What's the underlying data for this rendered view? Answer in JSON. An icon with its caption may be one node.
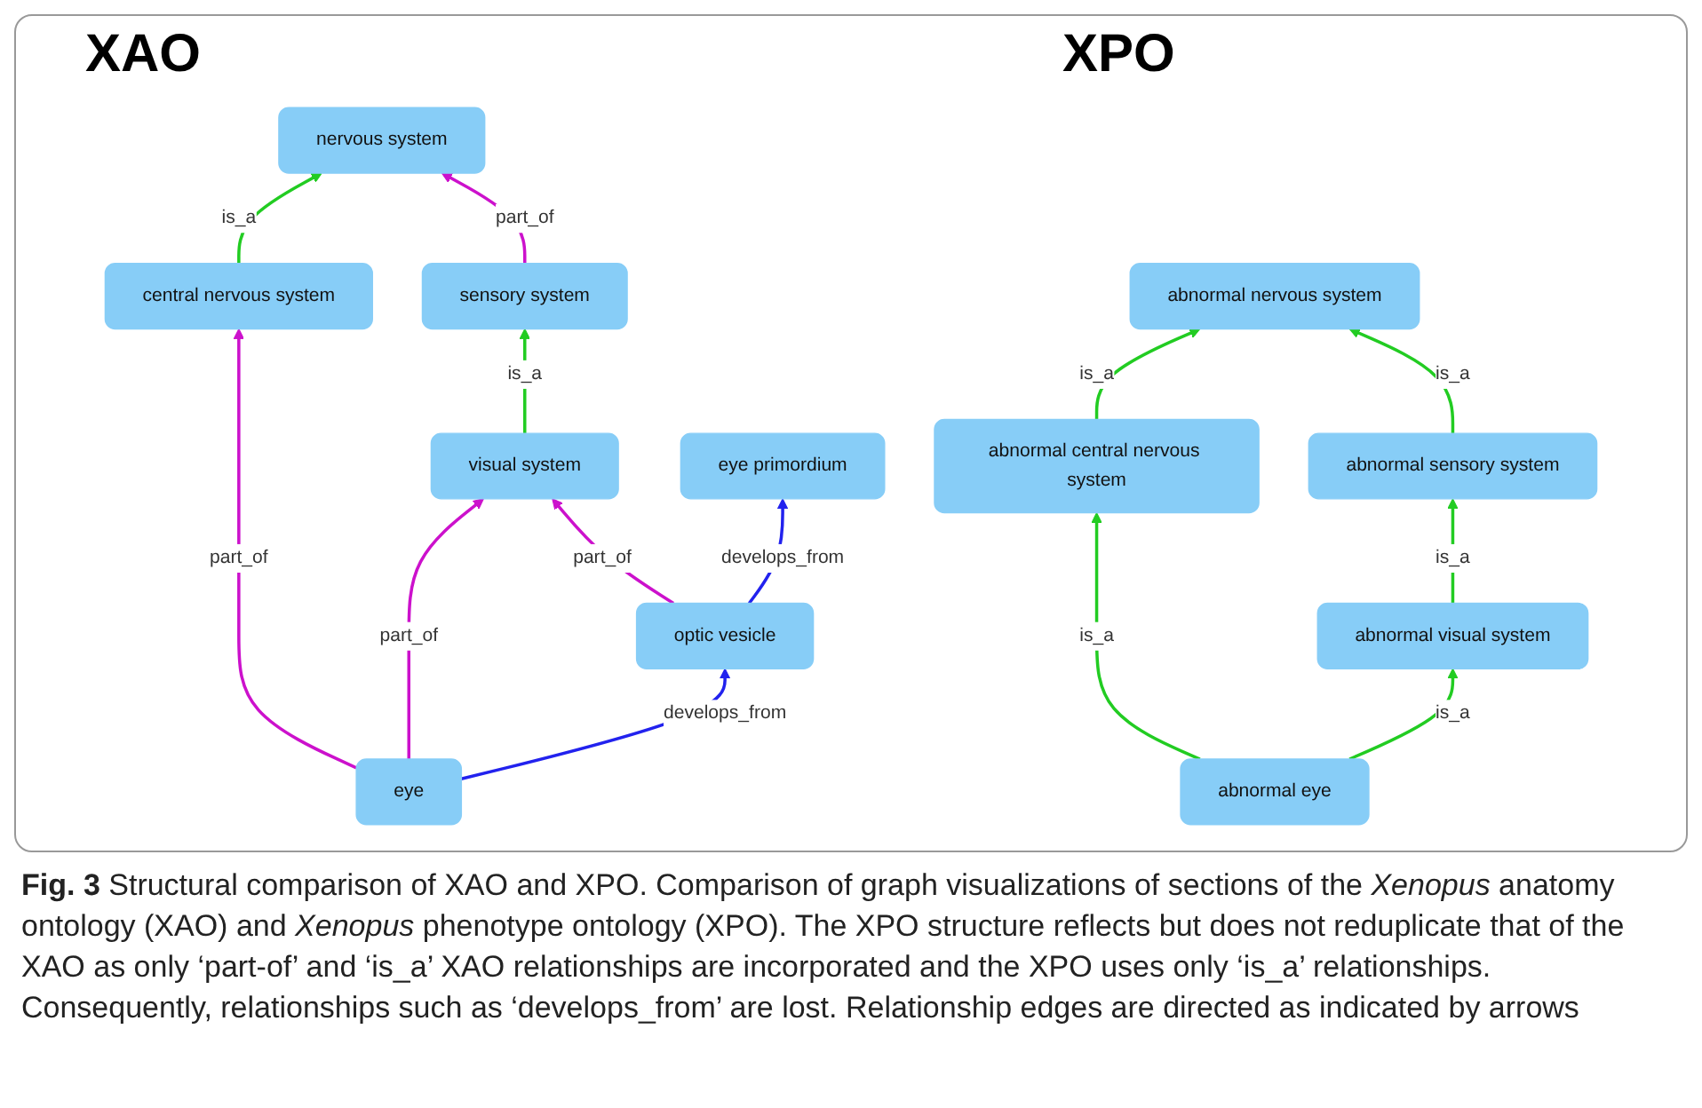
{
  "diagram": {
    "caption": "**Fig. 3** Structural comparison of XAO and XPO. Comparison of graph visualizations of sections of the *Xenopus* anatomy ontology (XAO) and *Xenopus* phenotype ontology (XPO). The XPO structure reflects but does not reduplicate that of the XAO as only ‘part-of’ and ‘is_a’ XAO relationships are incorporated and the XPO uses only ‘is_a’ relationships. Consequently, relationships such as ‘develops_from’ are lost. Relationship edges are directed as indicated by arrows",
    "nodes": [
      {
        "text": [
          "nervous system"
        ]
      },
      {
        "text": [
          "central nervous system"
        ]
      },
      {
        "text": [
          "sensory system"
        ]
      },
      {
        "text": [
          "eye primordium"
        ]
      },
      {
        "text": [
          "visual system"
        ]
      },
      {
        "text": [
          "optic vesicle"
        ]
      },
      {
        "text": [
          "eye"
        ]
      },
      {
        "text": [
          "abnormal nervous system"
        ]
      },
      {
        "text": [
          "abnormal central nervous system"
        ]
      },
      {
        "text": [
          "abnormal sensory system"
        ]
      },
      {
        "text": [
          "abnormal visual system"
        ]
      },
      {
        "text": [
          "abnormal eye"
        ]
      }
    ],
    "edges": [
      {
        "from": 1,
        "to": 0,
        "arrow": "to",
        "label": "is_a",
        "color": "#22cc22"
      },
      {
        "from": 2,
        "to": 0,
        "arrow": "to",
        "label": "part_of",
        "color": "#cc11cc"
      },
      {
        "from": 4,
        "to": 2,
        "arrow": "to",
        "label": "is_a",
        "color": "#22cc22"
      },
      {
        "from": 6,
        "to": 1,
        "arrow": "to",
        "label": "part_of",
        "color": "#cc11cc"
      },
      {
        "from": 6,
        "to": 4,
        "arrow": "to",
        "label": "part_of",
        "color": "#cc11cc"
      },
      {
        "from": 5,
        "to": 4,
        "arrow": "to",
        "label": "part_of",
        "color": "#cc11cc"
      },
      {
        "from": 5,
        "to": 3,
        "arrow": "to",
        "label": "develops_from",
        "color": "#2222ee"
      },
      {
        "from": 6,
        "to": 5,
        "arrow": "to",
        "label": "develops_from",
        "color": "#2222ee"
      },
      {
        "from": 8,
        "to": 7,
        "arrow": "to",
        "label": "is_a",
        "color": "#22cc22"
      },
      {
        "from": 9,
        "to": 7,
        "arrow": "to",
        "label": "is_a",
        "color": "#22cc22"
      },
      {
        "from": 10,
        "to": 9,
        "arrow": "to",
        "label": "is_a",
        "color": "#22cc22"
      },
      {
        "from": 11,
        "to": 8,
        "arrow": "to",
        "label": "is_a",
        "color": "#22cc22"
      },
      {
        "from": 11,
        "to": 10,
        "arrow": "to",
        "label": "is_a",
        "color": "#22cc22"
      }
    ],
    "labels": [
      "XAO",
      "XPO"
    ]
  }
}
